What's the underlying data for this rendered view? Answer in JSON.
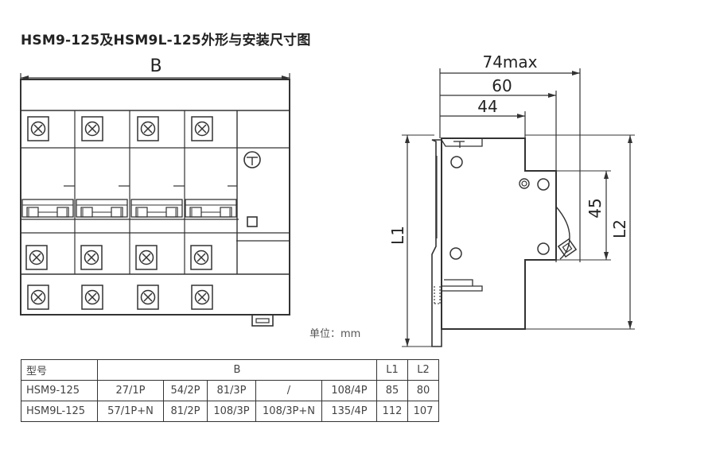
{
  "title": "HSM9-125及HSM9L-125外形与安装尺寸图",
  "unit_note": "单位：mm",
  "front_view": {
    "dim_label": "B"
  },
  "side_view": {
    "dim_74": "74max",
    "dim_60": "60",
    "dim_44": "44",
    "dim_45": "45",
    "dim_l1": "L1",
    "dim_l2": "L2"
  },
  "table": {
    "header": {
      "model": "型号",
      "b": "B",
      "l1": "L1",
      "l2": "L2"
    },
    "rows": [
      {
        "model": "HSM9-125",
        "b1": "27/1P",
        "b2": "54/2P",
        "b3": "81/3P",
        "b4": "/",
        "b5": "108/4P",
        "l1": "85",
        "l2": "80"
      },
      {
        "model": "HSM9L-125",
        "b1": "57/1P+N",
        "b2": "81/2P",
        "b3": "108/3P",
        "b4": "108/3P+N",
        "b5": "135/4P",
        "l1": "112",
        "l2": "107"
      }
    ]
  }
}
